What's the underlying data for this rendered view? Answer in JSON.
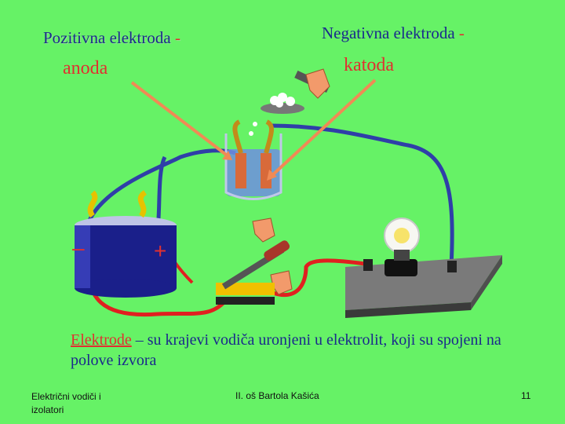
{
  "labels": {
    "positive_electrode": "Pozitivna elektroda",
    "positive_dash": "-",
    "negative_electrode": "Negativna elektroda",
    "negative_dash": "-",
    "anode": "anoda",
    "cathode": "katoda",
    "minus_sign": "–",
    "plus_sign": "+"
  },
  "definition": {
    "term": "Elektrode",
    "dash": "–",
    "text": " su krajevi vodiča uronjeni u elektrolit,  koji su spojeni na polove izvora"
  },
  "footer": {
    "left": "Električni vodiči i izolatori",
    "center": "II. oš Bartola Kašića",
    "page": "11"
  },
  "colors": {
    "background": "#66f266",
    "label_blue": "#1a2a8c",
    "accent_red": "#e03030",
    "arrow_orange": "#f08a55",
    "wire_blue": "#2f3fa8",
    "wire_red": "#e02020"
  }
}
